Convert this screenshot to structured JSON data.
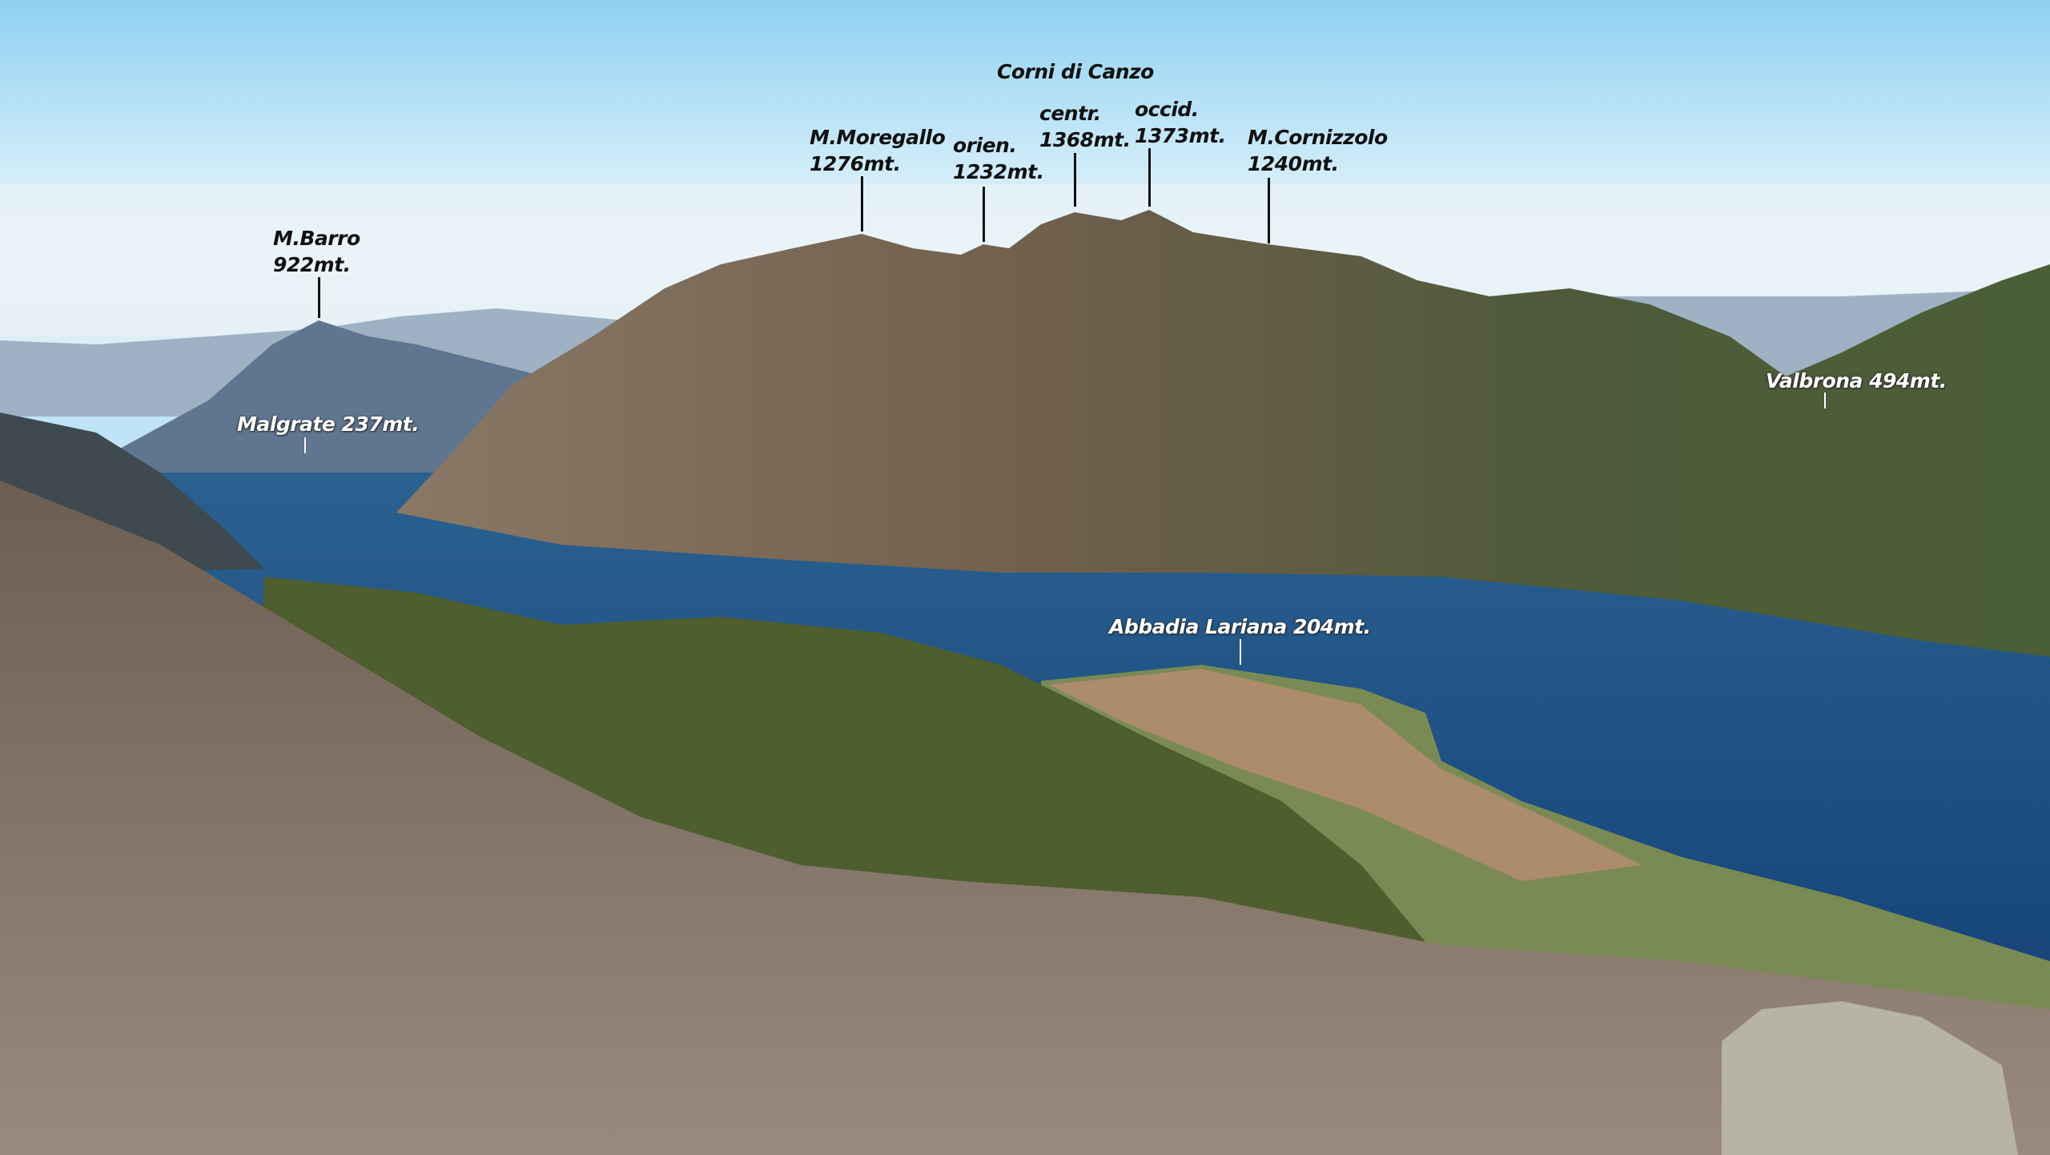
{
  "title": "Corni di Canzo",
  "peaks": [
    {
      "name": "M.Moregallo",
      "elevation": "1276mt."
    },
    {
      "name": "orien.",
      "elevation": "1232mt."
    },
    {
      "name": "centr.",
      "elevation": "1368mt."
    },
    {
      "name": "occid.",
      "elevation": "1373mt."
    },
    {
      "name": "M.Cornizzolo",
      "elevation": "1240mt."
    },
    {
      "name": "M.Barro",
      "elevation": "922mt."
    }
  ],
  "towns": [
    {
      "label": "Malgrate 237mt."
    },
    {
      "label": "Valbrona 494mt."
    },
    {
      "label": "Abbadia Lariana 204mt."
    }
  ],
  "colors": {
    "sky_top": "#8fd0f2",
    "lake": "#1f4f80",
    "label_dark": "#111111",
    "label_light": "#ffffff"
  }
}
